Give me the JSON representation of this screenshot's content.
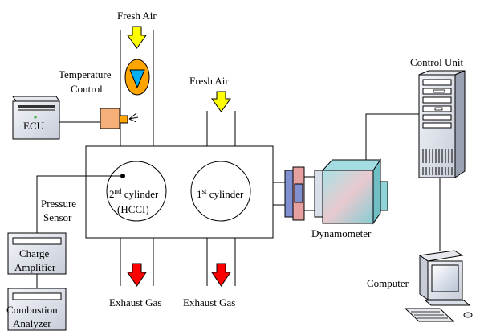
{
  "labels": {
    "fresh_air_top": "Fresh Air",
    "fresh_air_mid": "Fresh Air",
    "temperature_control_1": "Temperature",
    "temperature_control_2": "Control",
    "ecu": "ECU",
    "control_unit": "Control Unit",
    "pressure_1": "Pressure",
    "pressure_2": "Sensor",
    "cyl2_num": "2",
    "cyl2_sup": "nd",
    "cyl2_word": " cylinder",
    "cyl2_mode": "(HCCI)",
    "cyl1_num": "1",
    "cyl1_sup": "st",
    "cyl1_word": " cylinder",
    "dynamometer": "Dynamometer",
    "charge_1": "Charge",
    "charge_2": "Amplifier",
    "combustion_1": "Combustion",
    "combustion_2": "Analyzer",
    "exhaust_left": "Exhaust Gas",
    "exhaust_right": "Exhaust Gas",
    "computer": "Computer"
  },
  "colors": {
    "fresh_air_arrow": "#ffff00",
    "exhaust_arrow": "#ff0000",
    "temp_control_outer": "#ffa500",
    "temp_control_triangle": "#00b0f0",
    "heater_box": "#f5b07a",
    "dynamometer_body": "#8fd3d7",
    "coupling_pink": "#e6a0a0",
    "coupling_blue": "#7f8fd0",
    "ecu_led": "#3cb043"
  }
}
